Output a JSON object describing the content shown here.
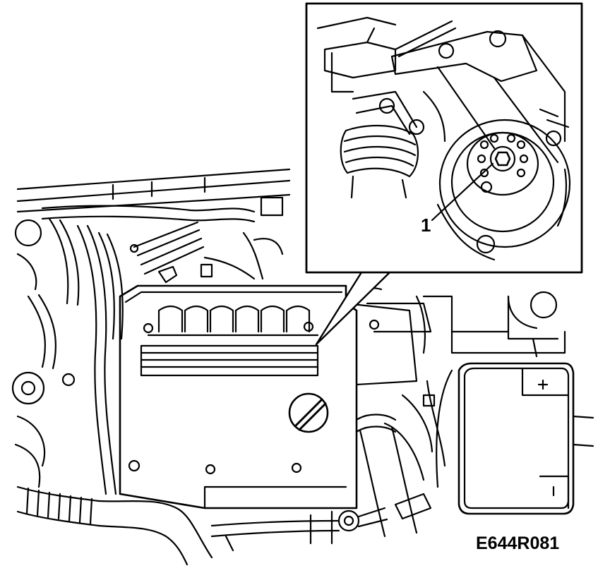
{
  "diagram": {
    "callouts": [
      {
        "id": "1",
        "label": "1"
      }
    ],
    "figure_code": "E644R081",
    "colors": {
      "line": "#000000",
      "background": "#ffffff"
    }
  }
}
